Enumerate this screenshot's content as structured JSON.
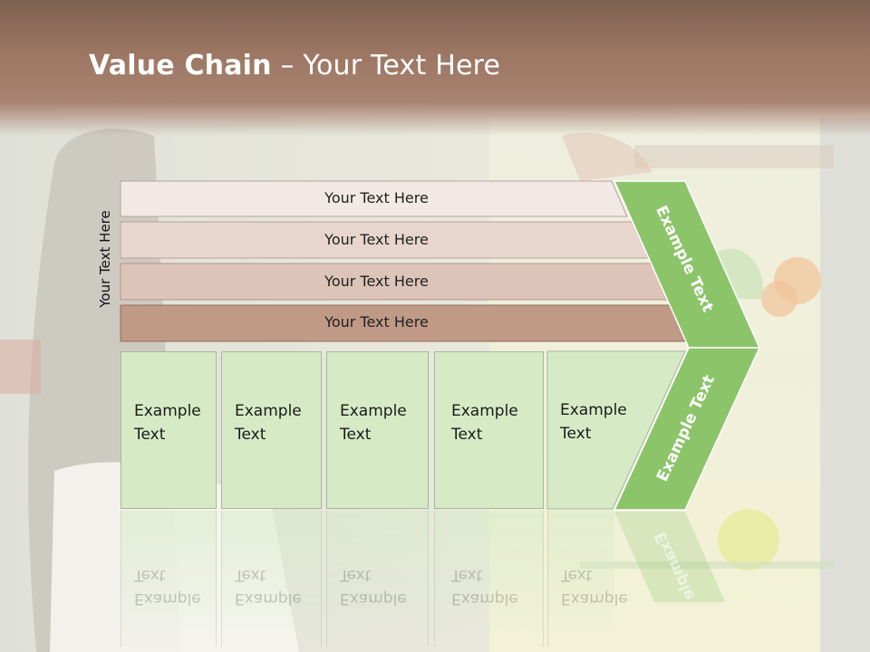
{
  "title": {
    "bold": "Value Chain",
    "separator": " – ",
    "rest": "Your Text Here"
  },
  "left_label": "Your Text Here",
  "bars": [
    {
      "label": "Your Text Here",
      "color": "#f2e8e5"
    },
    {
      "label": "Your Text Here",
      "color": "#e8d6ce"
    },
    {
      "label": "Your Text Here",
      "color": "#dcc4b8"
    },
    {
      "label": "Your Text Here",
      "color": "#c09a86"
    }
  ],
  "chevron": {
    "top_label": "Example Text",
    "bottom_label": "Example Text",
    "color": "#8cc46a",
    "reflection_label": "Example"
  },
  "boxes": [
    {
      "line1": "Example",
      "line2": "Text"
    },
    {
      "line1": "Example",
      "line2": "Text"
    },
    {
      "line1": "Example",
      "line2": "Text"
    },
    {
      "line1": "Example",
      "line2": "Text"
    },
    {
      "line1": "Example",
      "line2": "Text"
    }
  ],
  "colors": {
    "box_fill": "#d6ebc5",
    "title_band": "#9c7764",
    "title_text": "#ffffff"
  }
}
